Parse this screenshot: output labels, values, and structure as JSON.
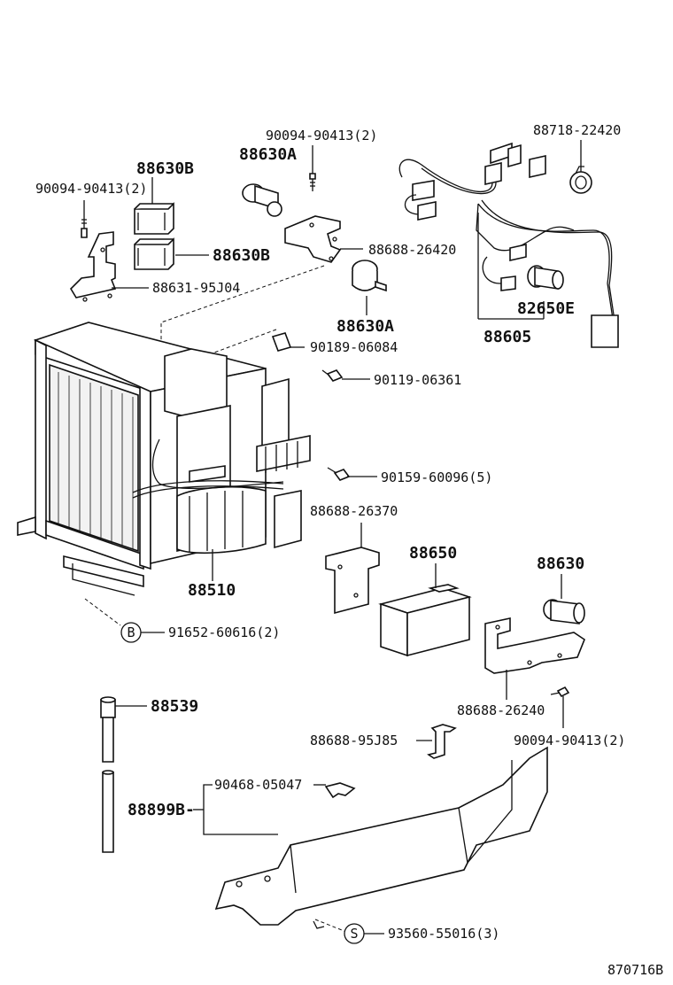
{
  "labels": {
    "top_bolt": "90094-90413(2)",
    "clip_88718": "88718-22420",
    "relay_88630A_top": "88630A",
    "relay_88630B_top": "88630B",
    "bolt_left": "90094-90413(2)",
    "relay_88630B_low": "88630B",
    "bracket_88688_26420": "88688-26420",
    "bracket_88631": "88631-95J04",
    "relay_88630A_low": "88630A",
    "switch_82650E": "82650E",
    "harness_88605": "88605",
    "clip_90189": "90189-06084",
    "bolt_90119": "90119-06361",
    "bolt_90159": "90159-60096(5)",
    "bracket_88688_26370": "88688-26370",
    "amplifier_88650": "88650",
    "relay_88630": "88630",
    "unit_88510": "88510",
    "callout_b": "B",
    "clip_91652": "91652-60616(2)",
    "hose_88539": "88539",
    "bracket_88688_26240": "88688-26240",
    "bracket_88688_95J85": "88688-95J85",
    "bolt_right": "90094-90413(2)",
    "clip_90468": "90468-05047",
    "cover_88899B": "88899B-",
    "callout_s": "S",
    "screw_93560": "93560-55016(3)",
    "figure_code": "870716B"
  }
}
